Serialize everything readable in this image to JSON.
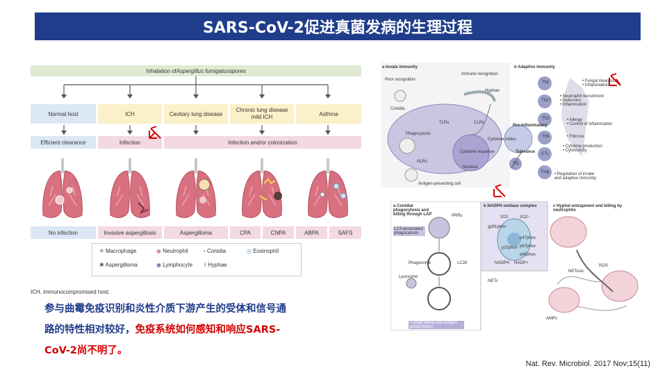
{
  "title": "SARS-CoV-2促进真菌发病的生理过程",
  "left_figure": {
    "top_banner_prefix": "Inhalation of ",
    "top_banner_species": "Aspergillus fumigatus",
    "top_banner_suffix": " spores",
    "hosts": [
      "Normal host",
      "ICH",
      "Cavitary lung disease",
      "Chronic lung disease\nmild ICH",
      "Asthma"
    ],
    "outcomes": [
      "Efficient clearance",
      "Infection",
      "Infection and/or colonization"
    ],
    "diseases": [
      "No infection",
      "Invasive aspergillosis",
      "Aspergilloma",
      "CPA",
      "CNPA",
      "ABPA",
      "SAFS"
    ],
    "legend": [
      "Macrophage",
      "Neutrophil",
      "Conidia",
      "Eosinophil",
      "Aspergilloma",
      "Lymphocyte",
      "Hyphae"
    ],
    "footnote": "ICH, immunocompromised host."
  },
  "right_top": {
    "label_a": "a",
    "label_a_text": "Innate immunity",
    "label_b": "b",
    "label_b_text": "Adaptive immunity",
    "poor_recognition": "Poor recognition",
    "immune_recognition": "Immune recognition",
    "hyphae": "Hyphae",
    "conidia": "Conidia",
    "tlrs": "TLRs",
    "clrs": "CLRs",
    "phagocytosis": "Phagocytosis",
    "nlrs": "NLRs",
    "cytokine_response": "Cytokine response",
    "nucleus": "Nucleus",
    "cytokine_milieu": "Cytokine milieu",
    "apc": "Antigen-presenting cell",
    "pro_inflammatory": "Pro-inflammatory",
    "tolerance": "Tolerance",
    "cells": [
      "Th1",
      "Th17",
      "Th2",
      "Th9",
      "CTL",
      "Treg",
      "Tr1"
    ],
    "bullets": [
      "• Fungal clearance\n• Inflammation",
      "• Neutrophil recruitment\n• Defensins\n• Inflammation",
      "• Allergy\n• Control of inflammation",
      "• Fibrosis",
      "• Cytokine production\n• Cytotoxicity",
      "• Regulation of innate\n  and adaptive immunity"
    ]
  },
  "right_bottom": {
    "label_a": "a",
    "label_a_text": "Conidial phagocytosis and killing through LAP",
    "lc3_phago": "LC3-associated phagocytosis",
    "prrs": "PRRs",
    "phagosome": "Phagosome",
    "lysosome": "Lysosome",
    "lc3ii": "LC3II",
    "fungal_killing": "Fungal killing and antigen presentation",
    "label_b": "b",
    "nadph_complex": "NADPH oxidase complex",
    "nadph": "NADPH",
    "nadp": "NADP+",
    "o2": "2O2",
    "o2m": "2O2−",
    "subunits": [
      "gp91phox",
      "p22phox",
      "p47phox",
      "p67phox",
      "p40phox"
    ],
    "label_c": "c",
    "label_c_text": "Hyphal entrapment and killing by neutrophils",
    "nets": "NETs",
    "netosis": "NETosis",
    "ros": "ROS",
    "amps": "AMPs"
  },
  "body": {
    "line1_blue": "参与曲霉免疫识别和炎性介质下游产生的受体和信号通",
    "line2_blue": "路的特性相对较好，",
    "line2_red": "免疫系统如何感知和响应SARS-",
    "line3_red": "CoV-2尚不明了。"
  },
  "citation": "Nat. Rev. Microbiol. 2017 Nov;15(11)",
  "colors": {
    "title_bg": "#1f3d8a",
    "accent_red": "#d40000",
    "text_blue": "#1f3d8a",
    "banner_green": "#dfe9d2",
    "host_blue": "#dbe7f4",
    "host_yellow": "#fbf0c8",
    "outcome_pink": "#f3d9e2",
    "lung_pink": "#d9707f"
  }
}
